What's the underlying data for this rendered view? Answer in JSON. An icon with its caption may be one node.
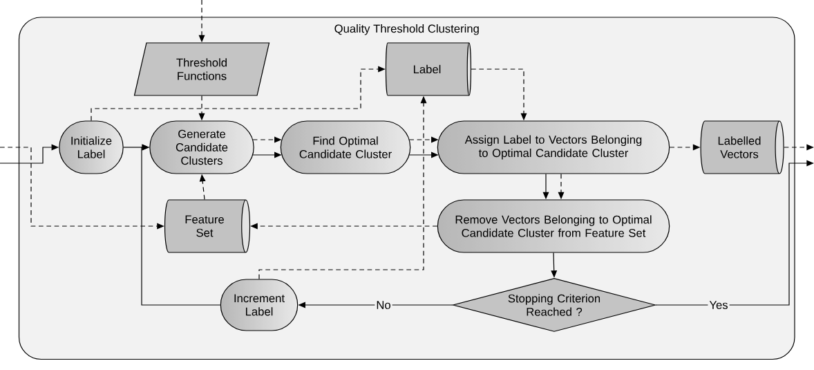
{
  "diagram": {
    "nodes": [
      {
        "text": [
          "Quality Threshold Clustering"
        ]
      },
      {
        "text": [
          "Threshold Functions"
        ],
        "in": 0
      },
      {
        "text": [
          "Label"
        ],
        "in": 0
      },
      {
        "text": [
          "Initialize Label"
        ],
        "in": 0
      },
      {
        "text": [
          "Generate Candidate Clusters"
        ],
        "in": 0
      },
      {
        "text": [
          "Find Optimal Candidate Cluster"
        ],
        "in": 0
      },
      {
        "text": [
          "Assign Label to Vectors Belonging to Optimal Candidate Cluster"
        ],
        "in": 0
      },
      {
        "text": [
          "Labelled Vectors"
        ],
        "in": 0
      },
      {
        "text": [
          "Feature Set"
        ],
        "in": 0
      },
      {
        "text": [
          "Remove Vectors Belonging to Optimal Candidate Cluster from Feature Set"
        ],
        "in": 0
      },
      {
        "text": [
          "Increment Label"
        ],
        "in": 0
      },
      {
        "text": [
          "Stopping Criterion Reached ?"
        ],
        "in": 0
      }
    ],
    "edges": [
      {
        "from": null,
        "to": 1,
        "arrow": "to",
        "style": "dashed"
      },
      {
        "from": 1,
        "to": 4,
        "arrow": "to",
        "style": "dashed"
      },
      {
        "from": null,
        "to": 3,
        "arrow": "to"
      },
      {
        "from": null,
        "to": 8,
        "arrow": "to",
        "style": "dashed"
      },
      {
        "from": 3,
        "to": 2,
        "arrow": "to",
        "style": "dashed"
      },
      {
        "from": 3,
        "to": 4,
        "arrow": "to"
      },
      {
        "from": 4,
        "to": 5,
        "arrow": "to",
        "style": "dashed"
      },
      {
        "from": 4,
        "to": 5,
        "arrow": "to"
      },
      {
        "from": 8,
        "to": 4,
        "arrow": "to",
        "style": "dashed"
      },
      {
        "from": 5,
        "to": 6,
        "arrow": "to",
        "style": "dashed"
      },
      {
        "from": 5,
        "to": 6,
        "arrow": "to"
      },
      {
        "from": 2,
        "to": 6,
        "arrow": "to",
        "style": "dashed"
      },
      {
        "from": 6,
        "to": 7,
        "arrow": "to",
        "style": "dashed"
      },
      {
        "from": 7,
        "to": null,
        "arrow": "to",
        "style": "dashed"
      },
      {
        "from": 6,
        "to": 9,
        "arrow": "to"
      },
      {
        "from": 6,
        "to": 9,
        "arrow": "to",
        "style": "dashed"
      },
      {
        "from": 9,
        "to": 8,
        "arrow": "to",
        "style": "dashed"
      },
      {
        "from": 9,
        "to": 11,
        "arrow": "to"
      },
      {
        "from": 11,
        "to": 10,
        "arrow": "to",
        "label": "No"
      },
      {
        "from": 11,
        "to": null,
        "arrow": "to",
        "label": "Yes"
      },
      {
        "from": 10,
        "to": 4,
        "arrow": "to"
      },
      {
        "from": 10,
        "to": 2,
        "arrow": "to",
        "style": "dashed"
      }
    ]
  }
}
